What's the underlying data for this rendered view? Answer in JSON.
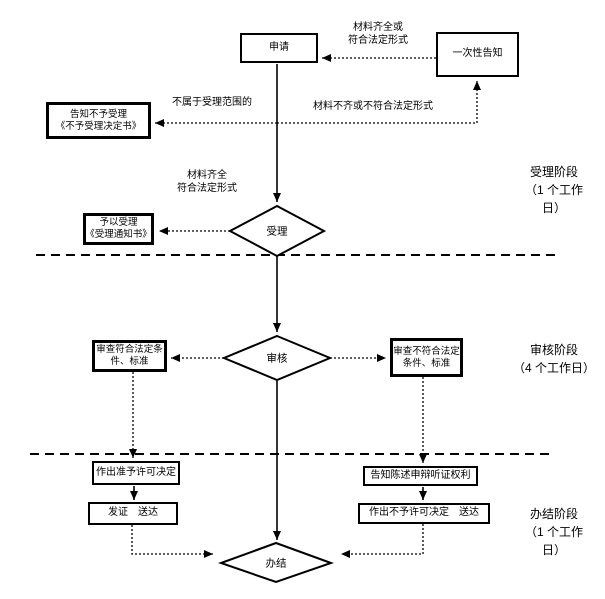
{
  "boxes": {
    "apply": {
      "label": "申请"
    },
    "one_time_notice": {
      "label": "一次性告知"
    },
    "notify_rejection": {
      "line1": "告知不予受理",
      "line2": "《不予受理决定书》"
    },
    "grant_accept": {
      "line1": "予以受理",
      "line2": "《受理通知书》"
    },
    "review_pass": {
      "line1": "审查符合法定条",
      "line2": "件、标准"
    },
    "review_fail": {
      "line1": "审查不符合法定",
      "line2": "条件、标准"
    },
    "approve_decision": {
      "label": "作出准予许可决定"
    },
    "issue_deliver": {
      "label": "发证　送达"
    },
    "notify_rights": {
      "label": "告知陈述申辩听证权利"
    },
    "deny_decision": {
      "label": "作出不予许可决定　送达"
    }
  },
  "diamonds": {
    "accept": {
      "label": "受理"
    },
    "review": {
      "label": "审核"
    },
    "finish": {
      "label": "办结"
    }
  },
  "edge_labels": {
    "materials_complete_or_legal": {
      "line1": "材料齐全或",
      "line2": "符合法定形式"
    },
    "not_in_scope": {
      "label": "不属于受理范围的"
    },
    "materials_incomplete": {
      "label": "材料不齐或不符合法定形式"
    },
    "materials_complete": {
      "line1": "材料齐全",
      "line2": "符合法定形式"
    }
  },
  "stages": {
    "accept": {
      "line1": "受理阶段",
      "line2": "（1 个工作",
      "line3": "日）"
    },
    "review": {
      "line1": "审核阶段",
      "line2": "（4 个工作日）"
    },
    "finish": {
      "line1": "办结阶段",
      "line2": "（1 个工作",
      "line3": "日）"
    }
  },
  "colors": {
    "line": "#000000",
    "background": "#ffffff"
  }
}
